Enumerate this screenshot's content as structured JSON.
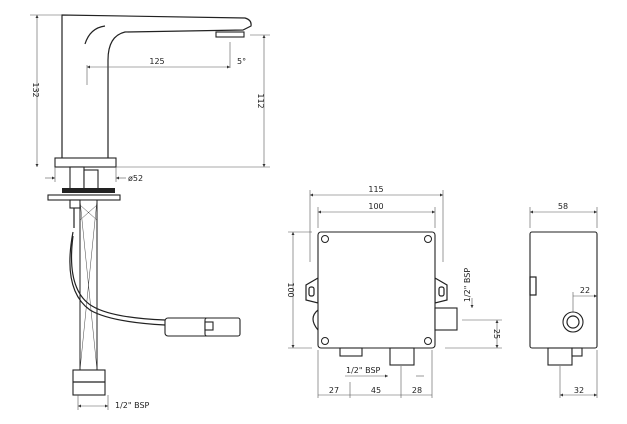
{
  "faucet": {
    "height_total": "132",
    "spout_height": "112",
    "spout_reach": "125",
    "angle": "5°",
    "base_diameter": "ø52",
    "hose_thread": "1/2\" BSP"
  },
  "control_box_front": {
    "width_outer": "115",
    "width_body": "100",
    "height": "100",
    "side_thread": "1/2\" BSP",
    "outlet_offset": "25",
    "bottom_thread": "1/2\" BSP",
    "bottom_dim_1": "27",
    "bottom_dim_2": "45",
    "bottom_dim_3": "28"
  },
  "control_box_side": {
    "depth": "58",
    "sensor_offset": "22",
    "pipe_offset": "32"
  }
}
